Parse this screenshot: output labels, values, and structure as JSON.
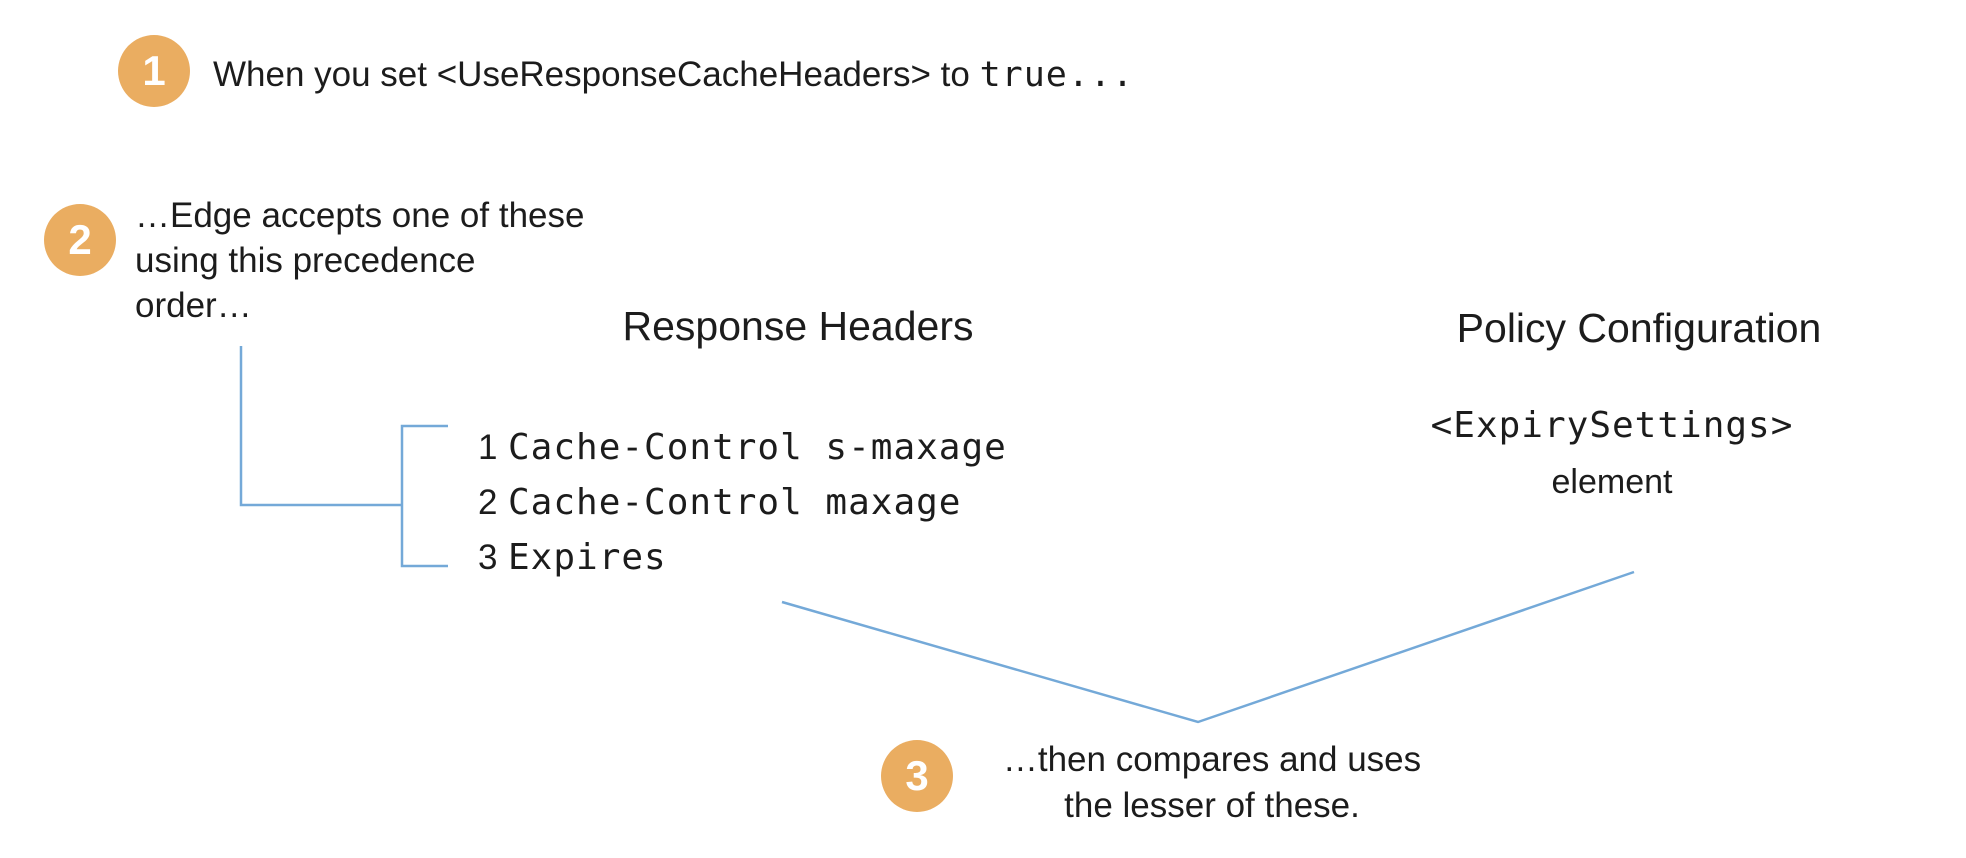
{
  "colors": {
    "accent_orange": "#EAAD61",
    "connector_blue": "#74A9D8",
    "text": "#1c1c1c",
    "background": "#ffffff"
  },
  "steps": [
    {
      "number": "1",
      "text_prefix": "When you set <UseResponseCacheHeaders> to ",
      "text_code": "true..."
    },
    {
      "number": "2",
      "line1": "…Edge accepts one of these",
      "line2": "using this precedence",
      "line3": "order…"
    },
    {
      "number": "3",
      "line1": "…then compares and uses",
      "line2": "the lesser of these."
    }
  ],
  "columns": {
    "response_headers": {
      "title": "Response Headers",
      "items": [
        {
          "rank": "1",
          "value": "Cache-Control s-maxage"
        },
        {
          "rank": "2",
          "value": "Cache-Control maxage"
        },
        {
          "rank": "3",
          "value": "Expires"
        }
      ]
    },
    "policy_configuration": {
      "title": "Policy Configuration",
      "element_name": "<ExpirySettings>",
      "element_label": "element"
    }
  }
}
